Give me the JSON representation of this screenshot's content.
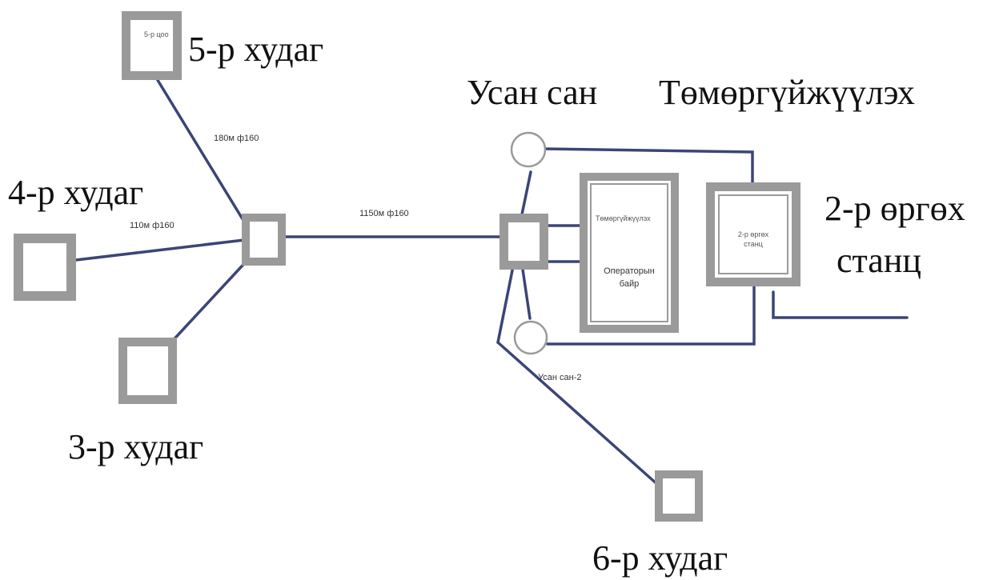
{
  "labels": {
    "well5": "5-р худаг",
    "well4": "4-р худаг",
    "well3": "3-р худаг",
    "well6": "6-р худаг",
    "reservoir": "Усан сан",
    "iron_removal": "Төмөргүйжүүлэх",
    "pump_station": "2-р өргөх",
    "pump_station_line2": "станц"
  },
  "small_labels": {
    "pipe_180": "180м ф160",
    "pipe_110": "110м ф160",
    "pipe_1150": "1150м ф160",
    "reservoir2": "Усан сан-2",
    "well5_inner": "5-р цоо",
    "iron_inner": "Төмөргүйжүүлэх",
    "operator_inner": "Операторын",
    "operator_inner2": "байр",
    "pump_inner": "2-р өргөх",
    "pump_inner2": "станц"
  },
  "colors": {
    "pipe": "#3b4576",
    "frame": "#9a9a9a"
  }
}
